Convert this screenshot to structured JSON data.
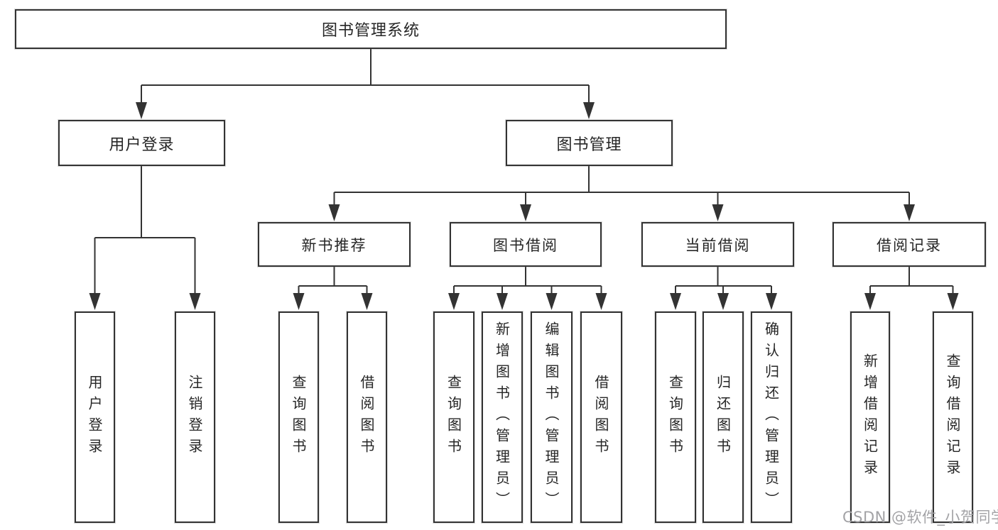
{
  "diagram": {
    "root": "图书管理系统",
    "user_login": {
      "label": "用户登录",
      "children": [
        "用户登录",
        "注销登录"
      ]
    },
    "book_mgmt": {
      "label": "图书管理",
      "children": [
        {
          "label": "新书推荐",
          "children": [
            "查询图书",
            "借阅图书"
          ]
        },
        {
          "label": "图书借阅",
          "children": [
            "查询图书",
            "新增图书（管理员）",
            "编辑图书（管理员）",
            "借阅图书"
          ]
        },
        {
          "label": "当前借阅",
          "children": [
            "查询图书",
            "归还图书",
            "确认归还（管理员）"
          ]
        },
        {
          "label": "借阅记录",
          "children": [
            "新增借阅记录",
            "查询借阅记录"
          ]
        }
      ]
    },
    "watermark": "CSDN @软件_小贺同学",
    "colors": {
      "line": "#333333",
      "box_border": "#333333",
      "box_fill": "#ffffff",
      "text": "#262626",
      "watermark": "#a3a3a6"
    }
  }
}
